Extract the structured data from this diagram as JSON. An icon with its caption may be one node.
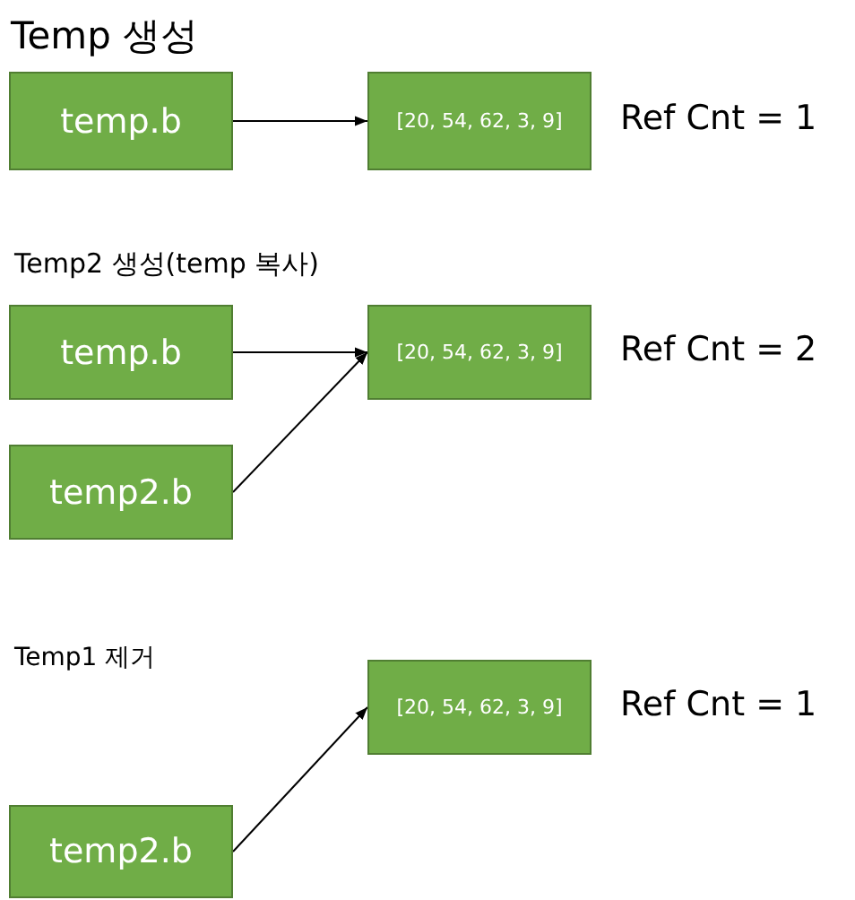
{
  "diagram": {
    "nodes": [
      {
        "text": [
          "temp.b"
        ]
      },
      {
        "text": [
          "[20, 54, 62, 3, 9]"
        ],
        "beside": [
          "Ref Cnt = 1"
        ]
      },
      {
        "text": [
          "temp.b"
        ]
      },
      {
        "text": [
          "[20, 54, 62, 3, 9]"
        ],
        "beside": [
          "Ref Cnt = 2"
        ]
      },
      {
        "text": [
          "temp2.b"
        ]
      },
      {
        "text": [
          "[20, 54, 62, 3, 9]"
        ],
        "beside": [
          "Ref Cnt = 1"
        ]
      },
      {
        "text": [
          "temp2.b"
        ]
      }
    ],
    "edges": [
      {
        "from": 0,
        "to": 1,
        "arrow": "to"
      },
      {
        "from": 2,
        "to": 3,
        "arrow": "to"
      },
      {
        "from": 4,
        "to": 3,
        "arrow": "to"
      },
      {
        "from": 6,
        "to": 5,
        "arrow": "to"
      }
    ],
    "labels": [
      "Temp 생성",
      "Temp2 생성(temp 복사)",
      "Temp1 제거"
    ]
  }
}
